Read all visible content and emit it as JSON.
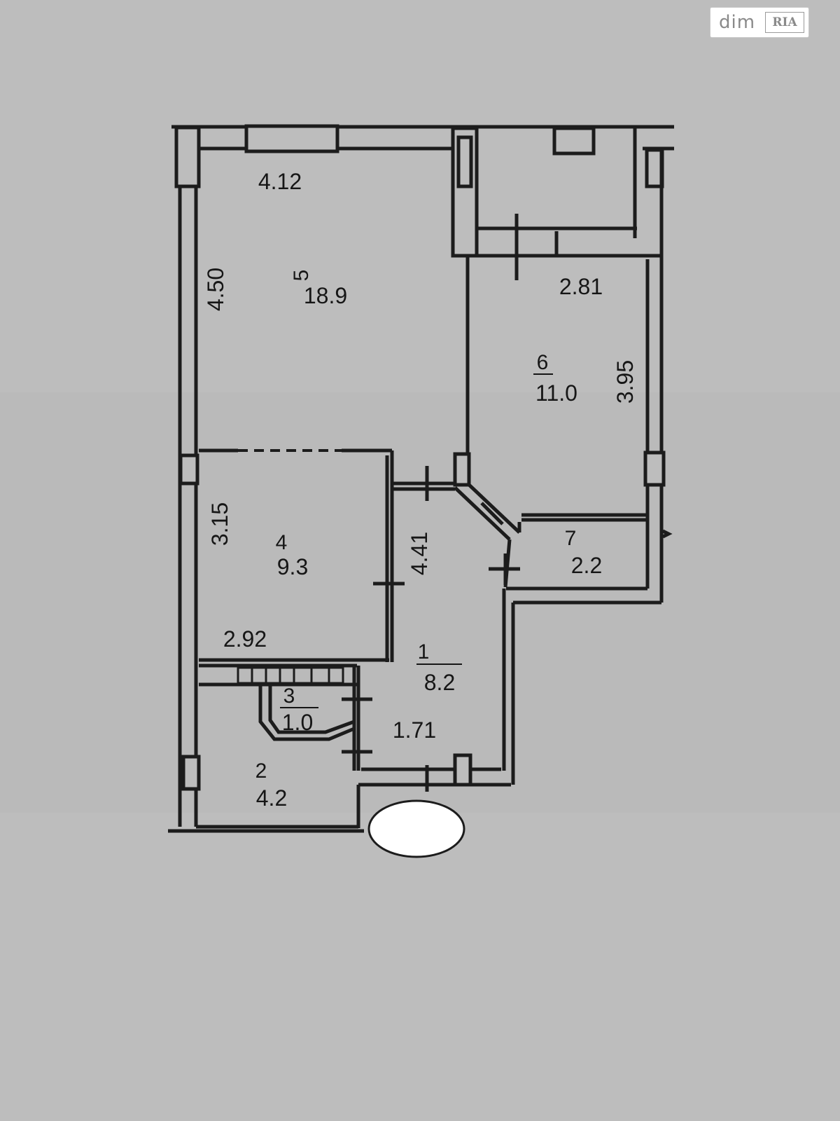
{
  "watermark": {
    "brand": "dim",
    "brand_badge": "RIA"
  },
  "rooms": [
    {
      "number": "5",
      "area": "18.9"
    },
    {
      "number": "6",
      "area": "11.0"
    },
    {
      "number": "4",
      "area": "9.3"
    },
    {
      "number": "7",
      "area": "2.2"
    },
    {
      "number": "1",
      "area": "8.2"
    },
    {
      "number": "3",
      "area": "1.0"
    },
    {
      "number": "2",
      "area": "4.2"
    }
  ],
  "dimensions": {
    "room5_width": "4.12",
    "room5_length": "4.50",
    "room6_width": "2.81",
    "room6_length": "3.95",
    "room4_length": "3.15",
    "room4_width": "2.92",
    "hall_length": "4.41",
    "hall_width": "1.71"
  }
}
